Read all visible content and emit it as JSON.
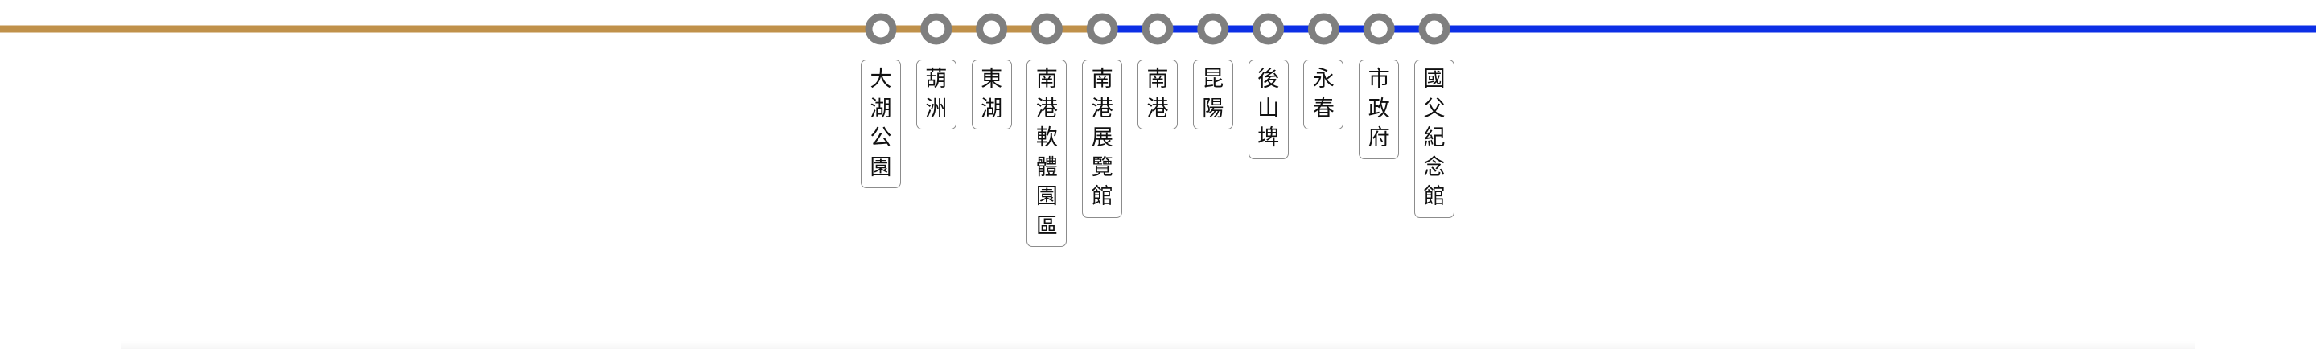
{
  "line_colors": {
    "brown_segment": "#c0914a",
    "blue_segment": "#0c2fe6",
    "station_marker_ring": "#7f7f7f",
    "station_marker_fill": "#ffffff"
  },
  "stations": [
    {
      "name": "大湖公園",
      "segment": "brown"
    },
    {
      "name": "葫洲",
      "segment": "brown"
    },
    {
      "name": "東湖",
      "segment": "brown"
    },
    {
      "name": "南港軟體園區",
      "segment": "brown"
    },
    {
      "name": "南港展覽館",
      "segment": "blue"
    },
    {
      "name": "南港",
      "segment": "blue"
    },
    {
      "name": "昆陽",
      "segment": "blue"
    },
    {
      "name": "後山埤",
      "segment": "blue"
    },
    {
      "name": "永春",
      "segment": "blue"
    },
    {
      "name": "市政府",
      "segment": "blue"
    },
    {
      "name": "國父紀念館",
      "segment": "blue"
    }
  ]
}
